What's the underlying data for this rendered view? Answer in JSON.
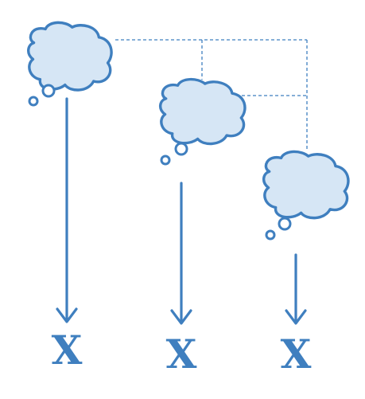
{
  "diagram": {
    "thoughts": [
      {
        "id": "thought-1",
        "end_label": "X"
      },
      {
        "id": "thought-2",
        "end_label": "X"
      },
      {
        "id": "thought-3",
        "end_label": "X"
      }
    ],
    "colors": {
      "stroke": "#3f7fbf",
      "cloud_fill": "#d6e6f5",
      "bubble_fill": "#ffffff",
      "background": "#ffffff"
    }
  }
}
